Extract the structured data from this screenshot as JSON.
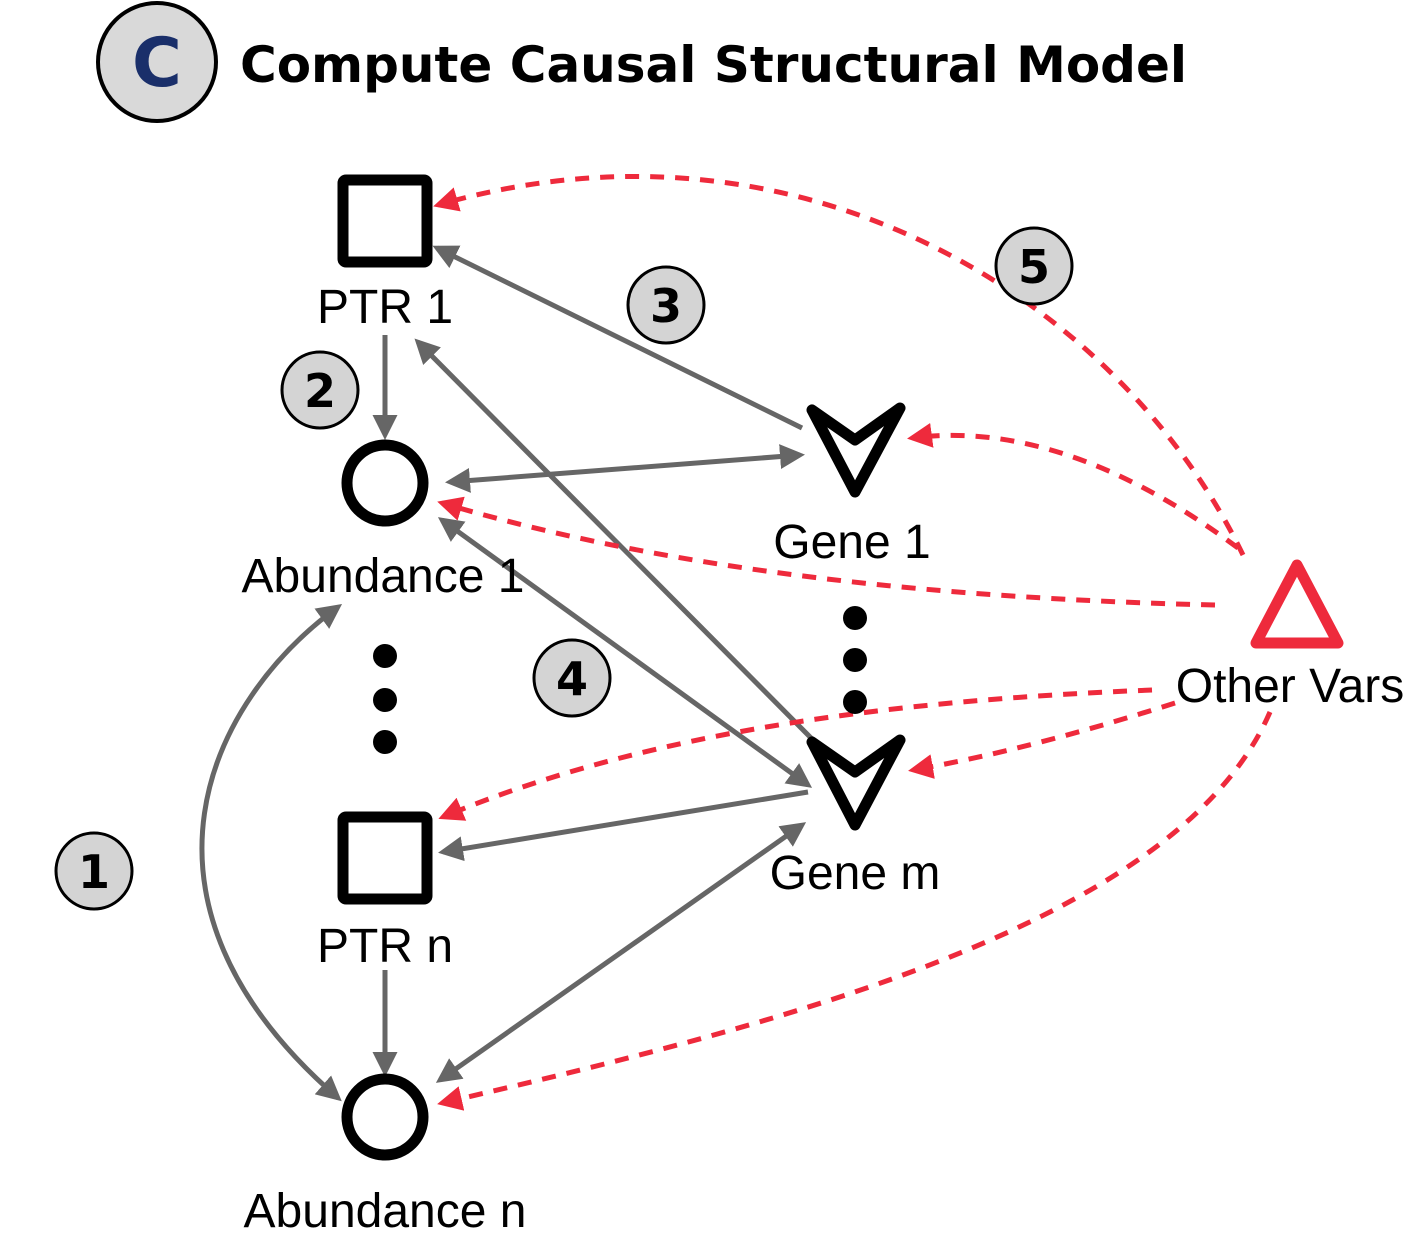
{
  "header": {
    "panel_letter": "C",
    "title": "Compute Causal Structural Model"
  },
  "nodes": {
    "ptr_1": "PTR 1",
    "abundance_1": "Abundance 1",
    "ptr_n": "PTR n",
    "abundance_n": "Abundance n",
    "gene_1": "Gene 1",
    "gene_m": "Gene m",
    "other_vars": "Other Vars"
  },
  "steps": [
    "1",
    "2",
    "3",
    "4",
    "5"
  ],
  "colors": {
    "solid_edge": "#666666",
    "dashed_edge": "#ee2a3c",
    "other_vars": "#ee2a3c",
    "step_badge_fill": "#d4d4d4",
    "panel_letter": "#1a2f6a",
    "panel_badge_fill": "#d9d9d9"
  },
  "icons": {
    "ptr": "square-icon",
    "abundance": "circle-icon",
    "gene": "arrowhead-icon",
    "other_vars": "triangle-icon",
    "ellipsis": "vertical-ellipsis-icon"
  }
}
